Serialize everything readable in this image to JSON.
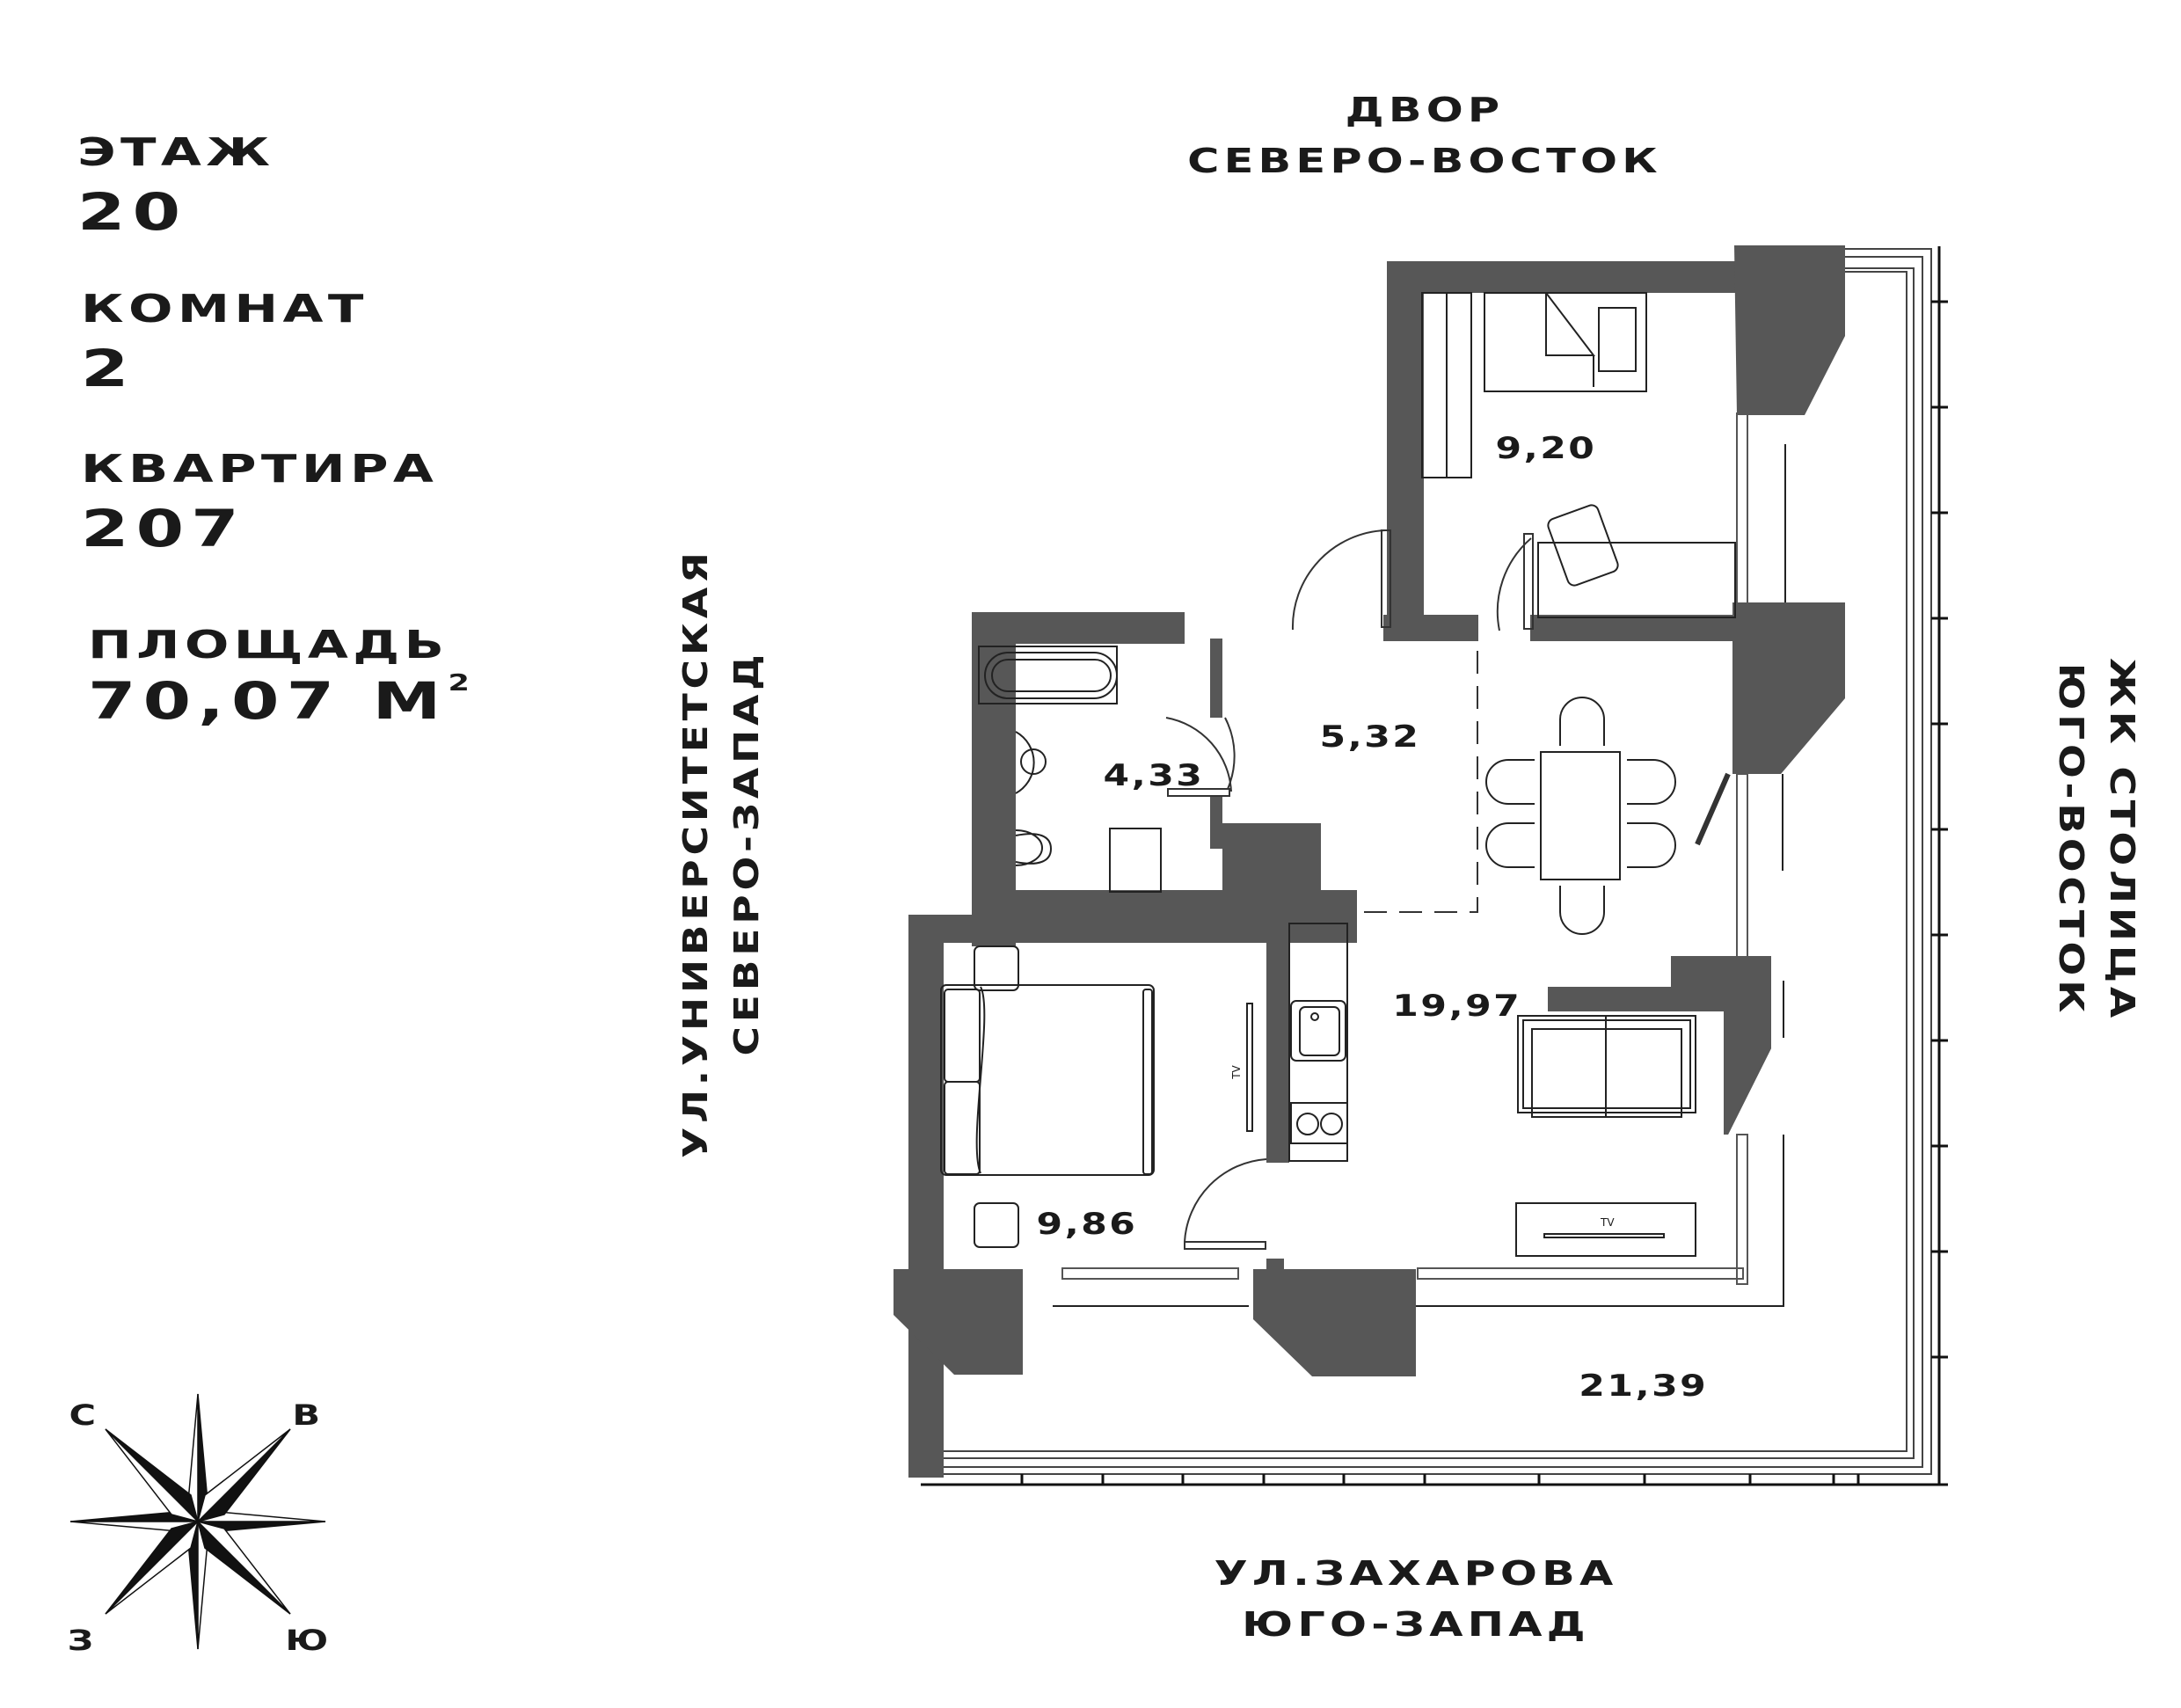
{
  "apartment_info": {
    "floor_label": "ЭТАЖ",
    "floor_value": "20",
    "rooms_label": "КОМНАТ",
    "rooms_value": "2",
    "apartment_label": "КВАРТИРА",
    "apartment_value": "207",
    "area_label": "ПЛОЩАДЬ",
    "area_value": "70,07 М",
    "area_unit_superscript": "2"
  },
  "orientation": {
    "top": {
      "line1": "ДВОР",
      "line2": "СЕВЕРО-ВОСТОК"
    },
    "bottom": {
      "line1": "УЛ.ЗАХАРОВА",
      "line2": "ЮГО-ЗАПАД"
    },
    "left": {
      "line1": "УЛ.УНИВЕРСИТЕТСКАЯ",
      "line2": "СЕВЕРО-ЗАПАД"
    },
    "right": {
      "line1": "ЖК СТОЛИЦА",
      "line2": "ЮГО-ВОСТОК"
    }
  },
  "rooms": [
    {
      "name": "bedroom-small",
      "area": "9,20"
    },
    {
      "name": "hallway",
      "area": "5,32"
    },
    {
      "name": "bathroom",
      "area": "4,33"
    },
    {
      "name": "kitchen-living",
      "area": "19,97"
    },
    {
      "name": "bedroom-main",
      "area": "9,86"
    },
    {
      "name": "balcony",
      "area": "21,39"
    }
  ],
  "furniture_labels": {
    "tv_bedroom": "TV",
    "tv_living": "TV"
  },
  "compass": {
    "nw": "С",
    "ne": "В",
    "sw": "З",
    "se": "Ю"
  },
  "colors": {
    "wall": "#575757",
    "line": "#222222",
    "text": "#1a1a1a"
  }
}
